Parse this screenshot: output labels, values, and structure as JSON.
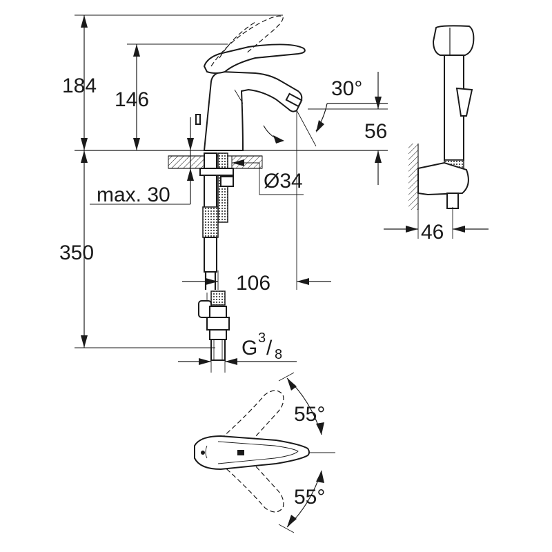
{
  "drawing": {
    "dimensions": {
      "height_total": "184",
      "height_spout": "146",
      "spout_angle": "30°",
      "spout_clearance": "56",
      "hole_diameter": "Ø34",
      "deck_thickness": "max. 30",
      "hose_length": "350",
      "spout_reach": "106",
      "connection_main": "G",
      "connection_sup": "3",
      "connection_sub": "8",
      "shower_offset": "46",
      "handle_angle_top": "55°",
      "handle_angle_bottom": "55°"
    }
  }
}
